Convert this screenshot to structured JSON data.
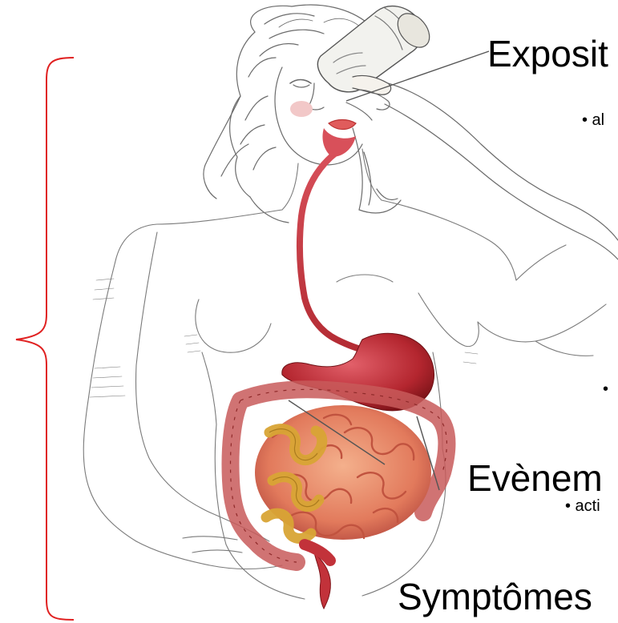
{
  "labels": {
    "exposition": "Exposit",
    "bullet_1": "• al",
    "bullet_2": "•",
    "evenement": "Evènem",
    "bullet_3": "• acti",
    "symptomes": "Symptômes"
  },
  "colors": {
    "bracket": "#e02020",
    "sketch_line": "#6b6b6b",
    "gut_red": "#c2323a",
    "colon_red": "#c85a5a",
    "small_intestine": "#e98a6a",
    "jejunum_yellow": "#d9a535",
    "pointer_line": "#555555"
  },
  "icons": {
    "illustration": "woman-drinking-digestive-system-illustration",
    "bracket": "red-curly-bracket"
  }
}
